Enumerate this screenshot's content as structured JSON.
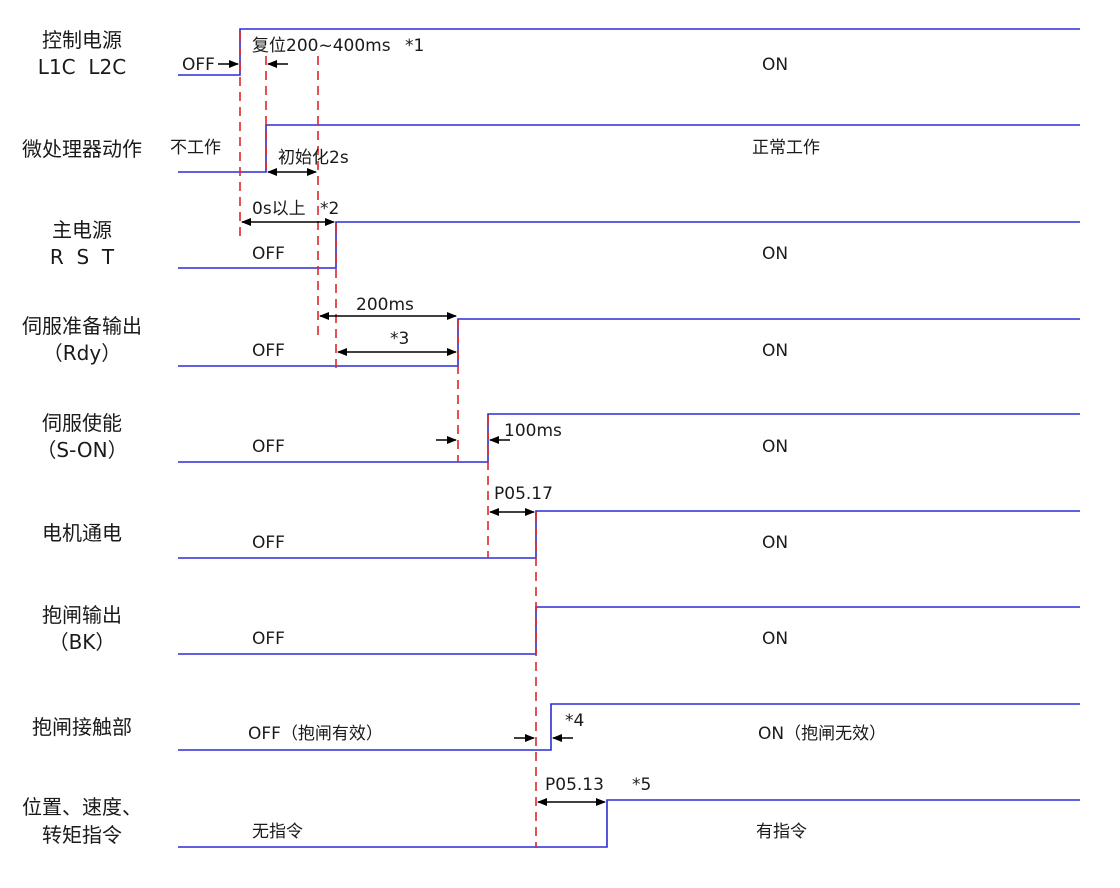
{
  "colors": {
    "signal": "#2b2bd6",
    "dash": "#e0252b",
    "text": "#1a1a1a",
    "arrow": "#000000"
  },
  "signals": [
    {
      "id": "ctrl-power",
      "label_lines": [
        "控制电源",
        "L1C  L2C"
      ],
      "state_low": "OFF",
      "state_high": "ON"
    },
    {
      "id": "mpu",
      "label_lines": [
        "微处理器动作"
      ],
      "state_low": "不工作",
      "state_high": "正常工作"
    },
    {
      "id": "main-power",
      "label_lines": [
        "主电源",
        "R  S  T"
      ],
      "state_low": "OFF",
      "state_high": "ON"
    },
    {
      "id": "servo-ready",
      "label_lines": [
        "伺服准备输出",
        "（Rdy）"
      ],
      "state_low": "OFF",
      "state_high": "ON"
    },
    {
      "id": "servo-enable",
      "label_lines": [
        "伺服使能",
        "（S-ON）"
      ],
      "state_low": "OFF",
      "state_high": "ON"
    },
    {
      "id": "motor-power",
      "label_lines": [
        "电机通电"
      ],
      "state_low": "OFF",
      "state_high": "ON"
    },
    {
      "id": "brake-output",
      "label_lines": [
        "抱闸输出",
        "（BK）"
      ],
      "state_low": "OFF",
      "state_high": "ON"
    },
    {
      "id": "brake-contact",
      "label_lines": [
        "抱闸接触部"
      ],
      "state_low": "OFF（抱闸有效）",
      "state_high": "ON（抱闸无效）"
    },
    {
      "id": "command",
      "label_lines": [
        "位置、速度、",
        "转矩指令"
      ],
      "state_low": "无指令",
      "state_high": "有指令"
    }
  ],
  "annotations": {
    "reset_time": "复位200~400ms",
    "note1": "*1",
    "init_time": "初始化2s",
    "delay_0s": "0s以上",
    "note2": "*2",
    "ready_delay": "200ms",
    "note3": "*3",
    "enable_delay": "100ms",
    "param_motor": "P05.17",
    "note4": "*4",
    "param_cmd": "P05.13",
    "note5": "*5"
  }
}
